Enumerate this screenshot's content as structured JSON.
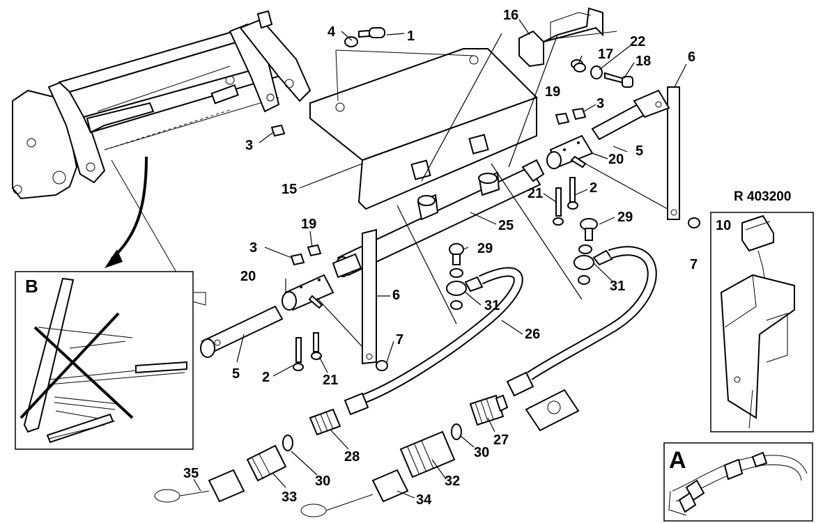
{
  "reference": "R 403200",
  "insets": {
    "b_label": "B",
    "a_label": "A"
  },
  "callouts": {
    "c1": "1",
    "c4": "4",
    "c16": "16",
    "c22": "22",
    "c17": "17",
    "c18": "18",
    "c6_top": "6",
    "c19_top": "19",
    "c3_top": "3",
    "c3_left": "3",
    "c20_right": "20",
    "c5_right": "5",
    "c15": "15",
    "c21_right": "21",
    "c2_right": "2",
    "c29_right": "29",
    "c25": "25",
    "c19_mid": "19",
    "c3_mid": "3",
    "c20_left": "20",
    "c29_mid": "29",
    "c7_right": "7",
    "c31_right": "31",
    "c6_mid": "6",
    "c31_mid": "31",
    "c26": "26",
    "c7_mid": "7",
    "c5_left": "5",
    "c2_left": "2",
    "c21_left": "21",
    "c10": "10",
    "c28": "28",
    "c27": "27",
    "c30_right": "30",
    "c30_left": "30",
    "c32": "32",
    "c35": "35",
    "c33": "33",
    "c34": "34"
  }
}
